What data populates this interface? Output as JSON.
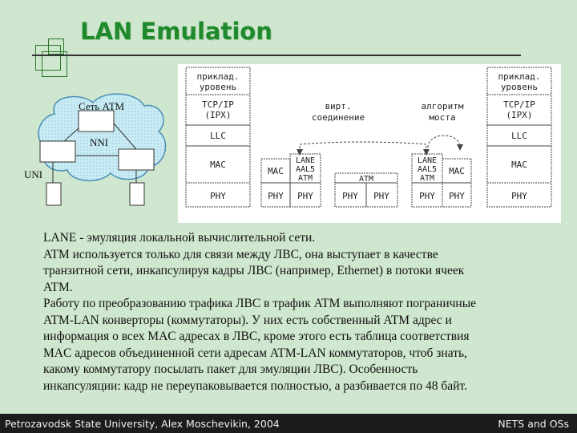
{
  "title": "LAN Emulation",
  "atm_cloud": {
    "network_label": "Сеть АТМ",
    "nni_label": "NNI",
    "uni_label": "UNI"
  },
  "lane_diagram": {
    "left_stack": [
      "приклад.",
      "уровень",
      "TCP/IP",
      "(IPX)",
      "LLC",
      "MAC",
      "PHY"
    ],
    "right_stack": [
      "приклад.",
      "уровень",
      "TCP/IP",
      "(IPX)",
      "LLC",
      "MAC",
      "PHY"
    ],
    "virtual_connection": [
      "вирт.",
      "соединение"
    ],
    "bridge_algorithm": [
      "алгоритм",
      "моста"
    ],
    "mac": "MAC",
    "phy": "PHY",
    "atm": "ATM",
    "lane": "LANE",
    "aal5": "AAL5"
  },
  "body": {
    "lines": [
      "LANE - эмуляция локальной вычислительной сети.",
      "ATM используется только для связи между ЛВС, она выступает в качестве",
      "транзитной сети, инкапсулируя кадры ЛВС (например, Ethernet) в потоки ячеек",
      "ATM.",
      "Работу по преобразованию трафика ЛВС в трафик ATM выполняют пограничные",
      "ATM-LAN конверторы (коммутаторы). У них есть собственный ATM адрес и",
      "информация о всех MAC адресах в ЛВС, кроме этого есть таблица соответствия",
      "MAC адресов объединенной сети адресам ATM-LAN коммутаторов, чтоб знать,",
      "какому коммутатору посылать пакет для эмуляции ЛВС). Особенность",
      "инкапсуляции: кадр не переупаковывается полностью, а разбивается по 48 байт."
    ]
  },
  "footer": {
    "left": "Petrozavodsk State University, Alex Moschevikin, 2004",
    "right": "NETS and OSs"
  }
}
